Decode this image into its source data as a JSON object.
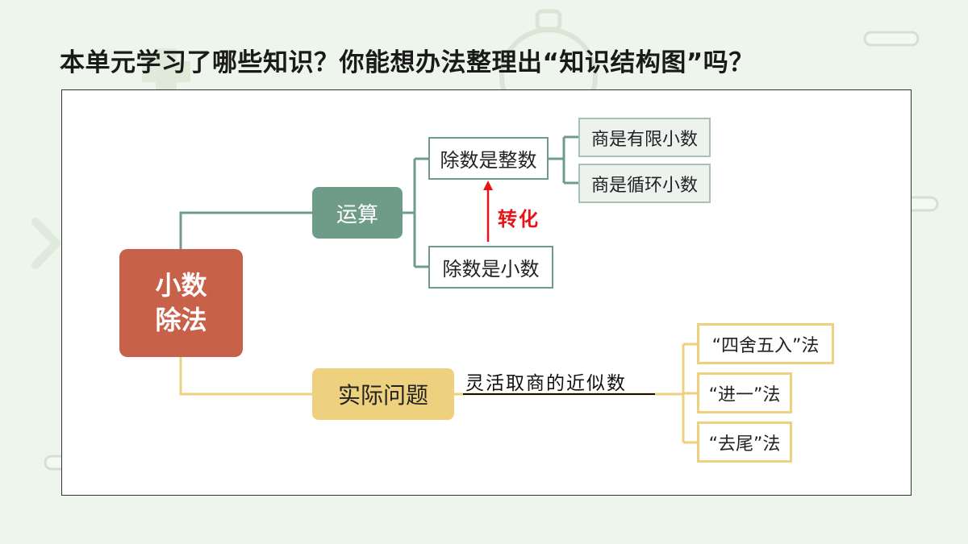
{
  "page": {
    "title": "本单元学习了哪些知识？你能想办法整理出“知识结构图”吗？"
  },
  "mindmap": {
    "root": {
      "line1": "小数",
      "line2": "除法"
    },
    "operation": {
      "label": "运算",
      "divisor_integer": {
        "label": "除数是整数",
        "children": [
          "商是有限小数",
          "商是循环小数"
        ]
      },
      "divisor_decimal": {
        "label": "除数是小数"
      },
      "conversion_label": "转化"
    },
    "practical": {
      "label": "实际问题",
      "edge_label": "灵活取商的近似数",
      "children": [
        "“四舍五入”法",
        "“进一”法",
        "“去尾”法"
      ]
    }
  },
  "colors": {
    "root": "#c8614a",
    "operation": "#6f9c88",
    "practical": "#edd17e",
    "conversion_arrow": "#e51515",
    "background": "#eef5ec"
  }
}
